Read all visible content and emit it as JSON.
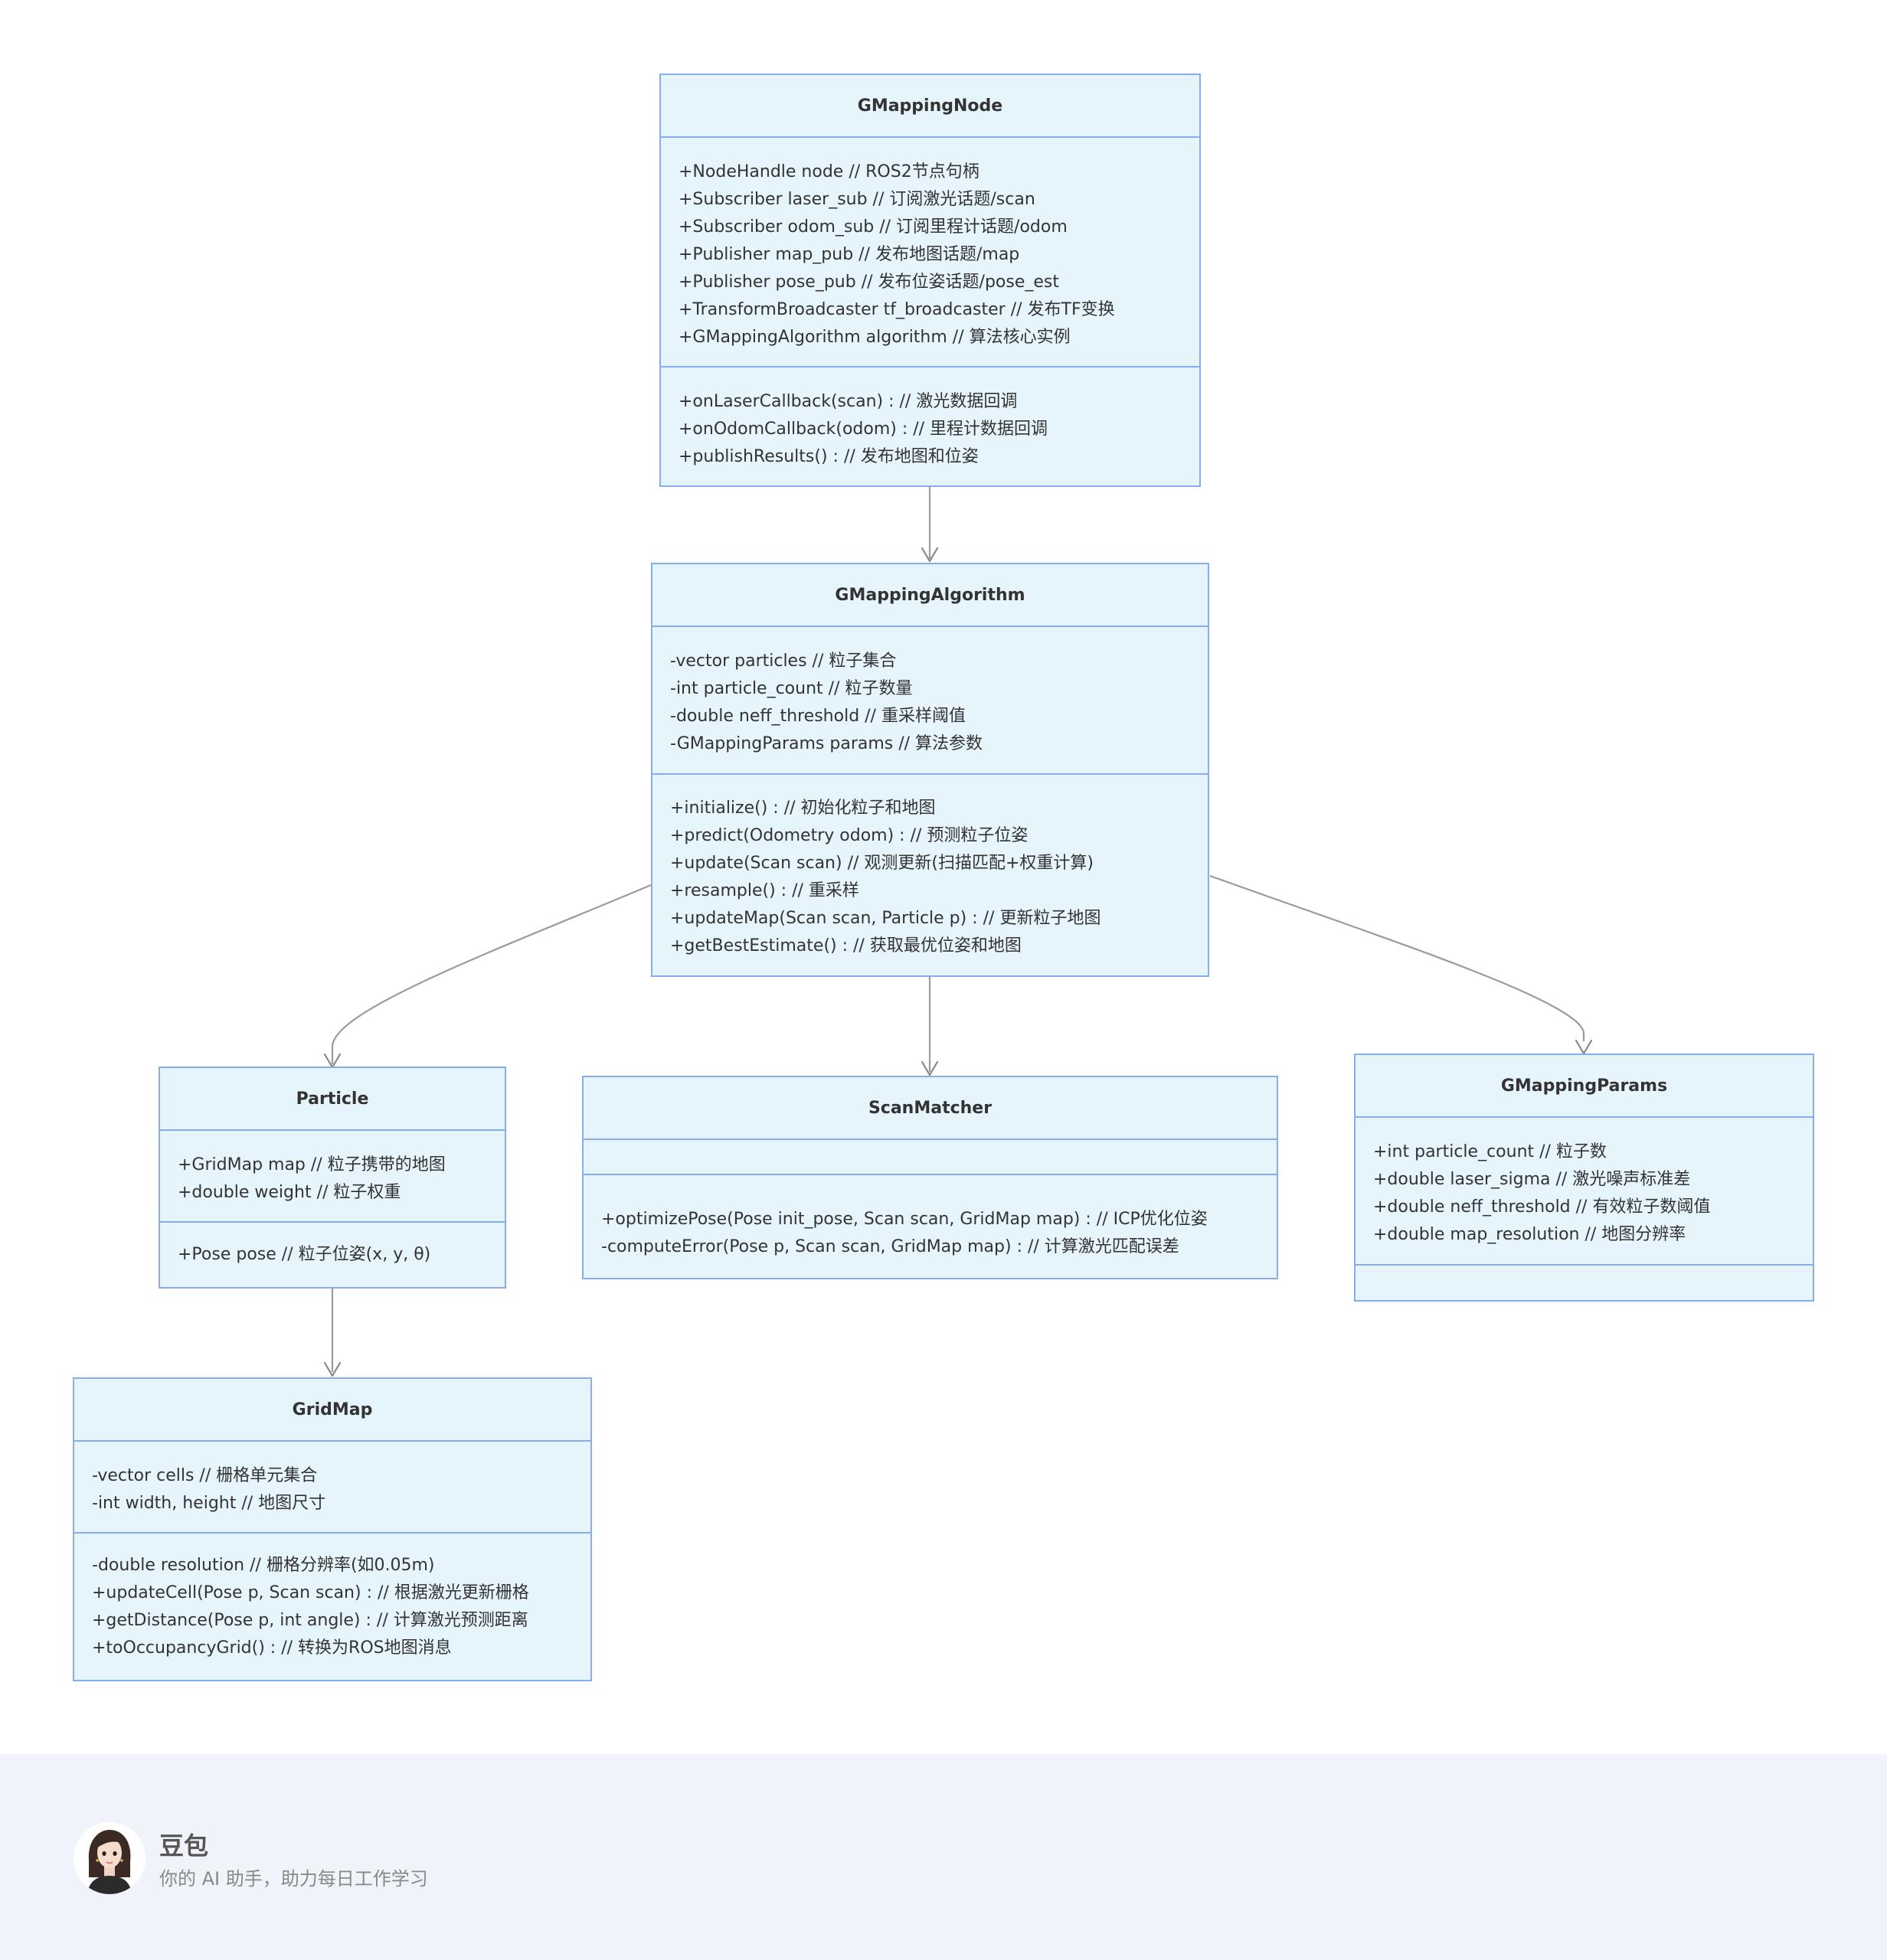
{
  "diagram": {
    "classes": {
      "gmapping_node": {
        "name": "GMappingNode",
        "attributes": [
          "+NodeHandle node // ROS2节点句柄",
          "+Subscriber laser_sub // 订阅激光话题/scan",
          "+Subscriber odom_sub // 订阅里程计话题/odom",
          "+Publisher map_pub // 发布地图话题/map",
          "+Publisher pose_pub // 发布位姿话题/pose_est",
          "+TransformBroadcaster tf_broadcaster // 发布TF变换",
          "+GMappingAlgorithm algorithm // 算法核心实例"
        ],
        "methods": [
          "+onLaserCallback(scan) : // 激光数据回调",
          "+onOdomCallback(odom) : // 里程计数据回调",
          "+publishResults() : // 发布地图和位姿"
        ]
      },
      "gmapping_algorithm": {
        "name": "GMappingAlgorithm",
        "attributes": [
          "-vector particles // 粒子集合",
          "-int particle_count // 粒子数量",
          "-double neff_threshold // 重采样阈值",
          "-GMappingParams params // 算法参数"
        ],
        "methods": [
          "+initialize() : // 初始化粒子和地图",
          "+predict(Odometry odom) : // 预测粒子位姿",
          "+update(Scan scan) // 观测更新(扫描匹配+权重计算)",
          "+resample() : // 重采样",
          "+updateMap(Scan scan, Particle p) : // 更新粒子地图",
          "+getBestEstimate() : // 获取最优位姿和地图"
        ]
      },
      "particle": {
        "name": "Particle",
        "attributes": [
          "+GridMap map // 粒子携带的地图",
          "+double weight // 粒子权重"
        ],
        "methods": [
          "+Pose pose // 粒子位姿(x, y, θ)"
        ]
      },
      "scan_matcher": {
        "name": "ScanMatcher",
        "attributes": [],
        "methods": [
          "+optimizePose(Pose init_pose, Scan scan, GridMap map) : // ICP优化位姿",
          "-computeError(Pose p, Scan scan, GridMap map) : // 计算激光匹配误差"
        ]
      },
      "gmapping_params": {
        "name": "GMappingParams",
        "attributes": [
          "+int particle_count // 粒子数",
          "+double laser_sigma // 激光噪声标准差",
          "+double neff_threshold // 有效粒子数阈值",
          "+double map_resolution // 地图分辨率"
        ],
        "methods": []
      },
      "grid_map": {
        "name": "GridMap",
        "attributes": [
          "-vector cells // 栅格单元集合",
          "-int width, height // 地图尺寸"
        ],
        "methods": [
          "-double resolution // 栅格分辨率(如0.05m)",
          "+updateCell(Pose p, Scan scan) : // 根据激光更新栅格",
          "+getDistance(Pose p, int angle) : // 计算激光预测距离",
          "+toOccupancyGrid() : // 转换为ROS地图消息"
        ]
      }
    },
    "relations": [
      {
        "from": "GMappingNode",
        "to": "GMappingAlgorithm"
      },
      {
        "from": "GMappingAlgorithm",
        "to": "Particle"
      },
      {
        "from": "GMappingAlgorithm",
        "to": "ScanMatcher"
      },
      {
        "from": "GMappingAlgorithm",
        "to": "GMappingParams"
      },
      {
        "from": "Particle",
        "to": "GridMap"
      }
    ],
    "colors": {
      "box_fill": "#e6f4fc",
      "box_border": "#86adef",
      "edge": "#9b9b9b",
      "footer_bg": "#f0f3fa"
    }
  },
  "footer": {
    "brand_name": "豆包",
    "slogan": "你的 AI 助手，助力每日工作学习",
    "avatar_icon": "avatar-icon"
  }
}
